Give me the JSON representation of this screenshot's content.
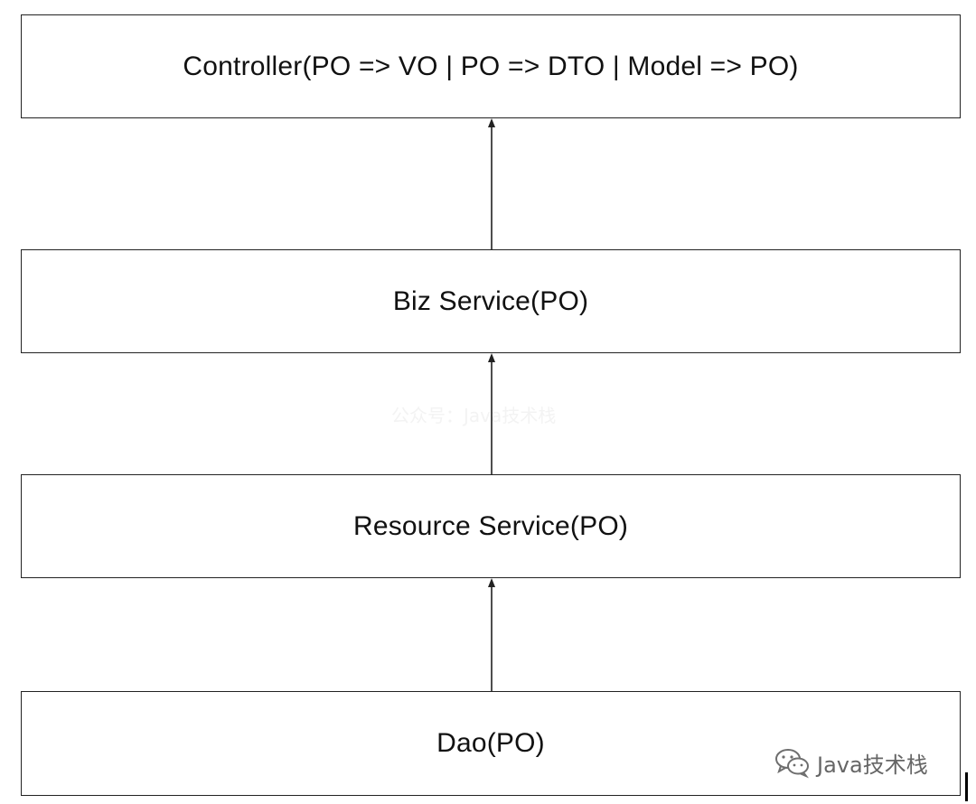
{
  "layers": [
    {
      "label": "Controller(PO => VO | PO => DTO | Model => PO)"
    },
    {
      "label": "Biz Service(PO)"
    },
    {
      "label": "Resource Service(PO)"
    },
    {
      "label": "Dao(PO)"
    }
  ],
  "watermark": {
    "faint_text": "公众号：Java技术栈",
    "brand_text": "Java技术栈"
  },
  "colors": {
    "border": "#222222",
    "text": "#111111",
    "watermark": "#666666",
    "background": "#ffffff"
  }
}
